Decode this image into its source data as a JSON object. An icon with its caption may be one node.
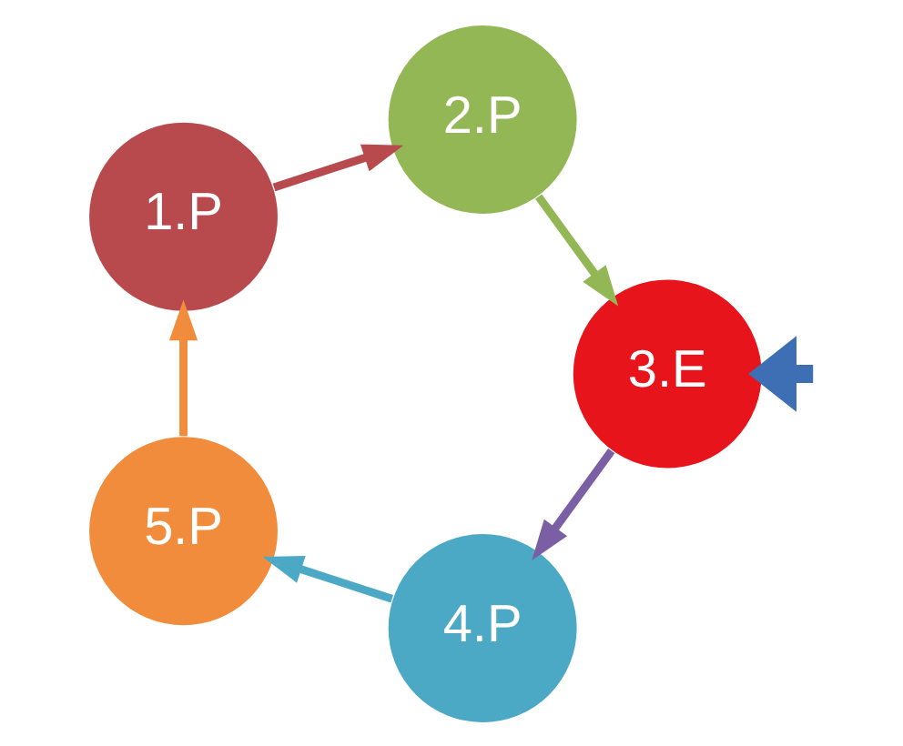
{
  "diagram": {
    "nodes": [
      {
        "text": [
          "1.P"
        ]
      },
      {
        "text": [
          "2.P"
        ]
      },
      {
        "text": [
          "3.E"
        ]
      },
      {
        "text": [
          "4.P"
        ]
      },
      {
        "text": [
          "5.P"
        ]
      }
    ],
    "edges": [
      {
        "from": 0,
        "to": 1,
        "arrow": "to",
        "color": "#b84a4e"
      },
      {
        "from": 1,
        "to": 2,
        "arrow": "to",
        "color": "#93b755"
      },
      {
        "from": 2,
        "to": 3,
        "arrow": "to",
        "color": "#7b5fa5"
      },
      {
        "from": 3,
        "to": 4,
        "arrow": "to",
        "color": "#4ba9c6"
      },
      {
        "from": 4,
        "to": 0,
        "arrow": "to",
        "color": "#f08c3c"
      },
      {
        "from": null,
        "to": 2,
        "arrow": "to",
        "style": "thick",
        "color": "#3e6fb5"
      }
    ]
  }
}
